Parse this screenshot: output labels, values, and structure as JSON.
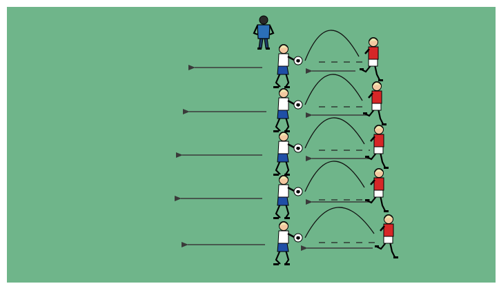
{
  "drill": {
    "colors": {
      "field": "#6fb58a",
      "border": "#ffffff",
      "arrow": "#3a3a3a",
      "ball_path": "#111111",
      "white_player_shirt": "#ffffff",
      "white_player_shorts": "#1f4fa6",
      "red_player_shirt": "#d62727",
      "red_player_shorts": "#ffffff",
      "coach_jacket": "#2b6fb8",
      "skin": "#f3c9a1",
      "hair": "#f0e6b0"
    },
    "rows": [
      {
        "id": "row-1"
      },
      {
        "id": "row-2"
      },
      {
        "id": "row-3"
      },
      {
        "id": "row-4"
      },
      {
        "id": "row-5"
      }
    ],
    "icons": {
      "coach": "coach-icon",
      "receiver": "receiver-player-icon",
      "server": "server-player-icon",
      "ball": "soccer-ball-icon"
    }
  }
}
